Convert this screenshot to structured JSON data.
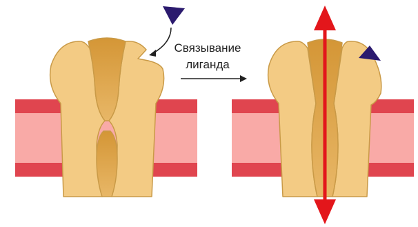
{
  "diagram": {
    "caption": {
      "line1": "Связывание",
      "line2": "лиганда"
    },
    "colors": {
      "membrane_outer": "#e0454f",
      "membrane_inner": "#f9aaa7",
      "protein_light": "#f3cb84",
      "protein_outline": "#c99a47",
      "protein_dark": "#d9a04a",
      "ligand": "#2b1a6e",
      "arrow": "#e3161b",
      "text": "#222222"
    },
    "states": [
      "closed-channel",
      "open-channel"
    ]
  }
}
